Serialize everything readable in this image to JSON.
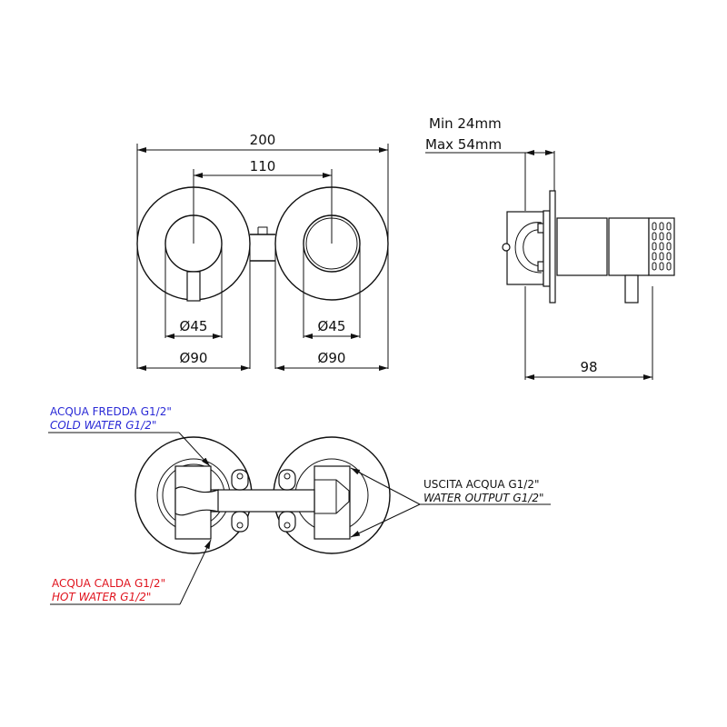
{
  "front_view": {
    "overall_width": "200",
    "center_distance": "110",
    "inner_diameter_left": "Ø45",
    "inner_diameter_right": "Ø45",
    "outer_diameter_left": "Ø90",
    "outer_diameter_right": "Ø90"
  },
  "side_view": {
    "wall_min": "Min 24mm",
    "wall_max": "Max 54mm",
    "depth": "98"
  },
  "rear_view": {
    "cold_it": "ACQUA FREDDA G1/2\"",
    "cold_en": "COLD WATER G1/2\"",
    "hot_it": "ACQUA CALDA G1/2\"",
    "hot_en": "HOT WATER G1/2\"",
    "out_it": "USCITA ACQUA G1/2\"",
    "out_en": "WATER OUTPUT G1/2\""
  },
  "colors": {
    "cold": "#2a2ad6",
    "hot": "#e0141e",
    "line": "#111111"
  }
}
